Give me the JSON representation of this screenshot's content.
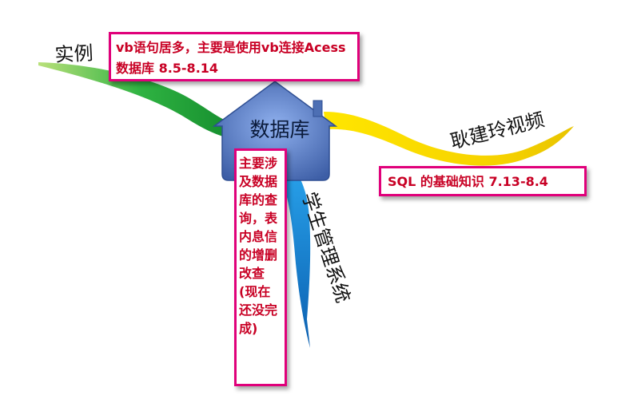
{
  "center": {
    "label": "数据库"
  },
  "branches": {
    "example": {
      "label": "实例"
    },
    "video": {
      "label": "耿建玲视频"
    },
    "system": {
      "label": "学生管理系统"
    }
  },
  "notes": {
    "example": "vb语句居多，主要是使用vb连接Acess数据库 8.5-8.14",
    "sql": "SQL 的基础知识 7.13-8.4",
    "main": "主要涉及数据库的查询，表内息信的增删改查(现在还没完成)"
  },
  "colors": {
    "house_fill": "#5b7fc4",
    "green_branch": "#22a53a",
    "yellow_branch": "#f2d400",
    "blue_branch": "#1f8fe0",
    "note_border": "#e0007a",
    "note_text": "#c80024"
  }
}
